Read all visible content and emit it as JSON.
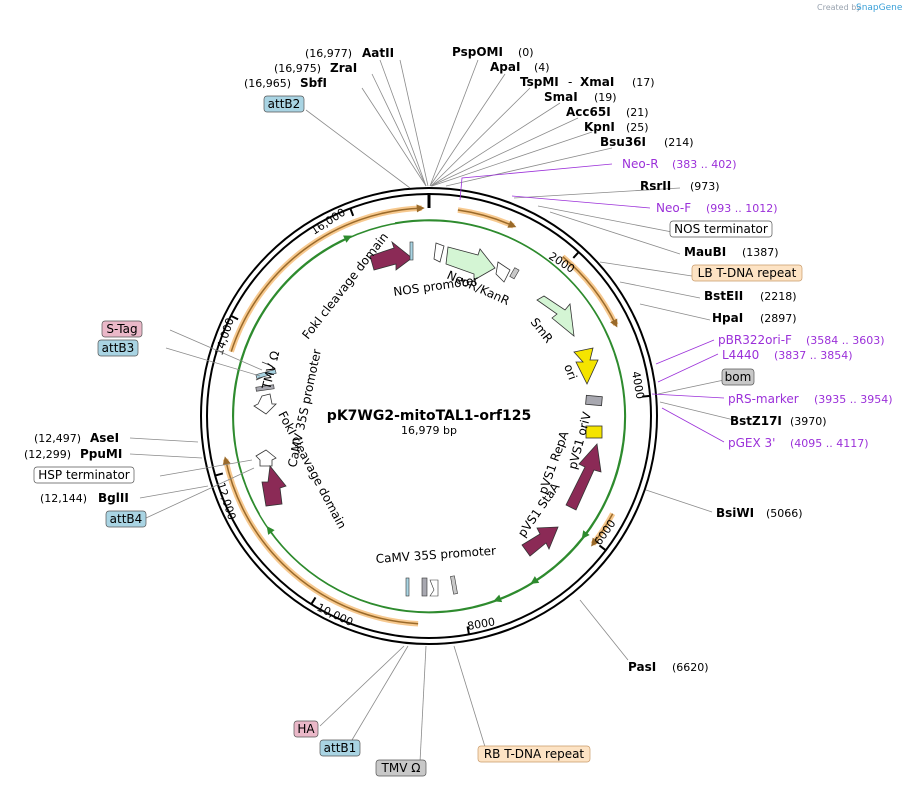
{
  "credit": {
    "text": "Created by",
    "brand": "SnapGene"
  },
  "plasmid": {
    "name": "pK7WG2-mitoTAL1-orf125",
    "length": "16,979 bp"
  },
  "ticks": [
    "16,000",
    "2000",
    "4000",
    "6000",
    "8000",
    "10,000",
    "12,000",
    "14,000"
  ],
  "enzymes": [
    {
      "name": "AatII",
      "pos": "(16,977)"
    },
    {
      "name": "ZraI",
      "pos": "(16,975)"
    },
    {
      "name": "SbfI",
      "pos": "(16,965)"
    },
    {
      "name": "PspOMI",
      "pos": "(0)"
    },
    {
      "name": "ApaI",
      "pos": "(4)"
    },
    {
      "name": "TspMI",
      "pos": ""
    },
    {
      "name": "XmaI",
      "pos": "(17)"
    },
    {
      "name": "SmaI",
      "pos": "(19)"
    },
    {
      "name": "Acc65I",
      "pos": "(21)"
    },
    {
      "name": "KpnI",
      "pos": "(25)"
    },
    {
      "name": "Bsu36I",
      "pos": "(214)"
    },
    {
      "name": "RsrII",
      "pos": "(973)"
    },
    {
      "name": "MauBI",
      "pos": "(1387)"
    },
    {
      "name": "BstEII",
      "pos": "(2218)"
    },
    {
      "name": "HpaI",
      "pos": "(2897)"
    },
    {
      "name": "BstZ17I",
      "pos": "(3970)"
    },
    {
      "name": "BsiWI",
      "pos": "(5066)"
    },
    {
      "name": "PasI",
      "pos": "(6620)"
    },
    {
      "name": "AseI",
      "pos": "(12,497)"
    },
    {
      "name": "PpuMI",
      "pos": "(12,299)"
    },
    {
      "name": "BglII",
      "pos": "(12,144)"
    }
  ],
  "primers": [
    {
      "name": "Neo-R",
      "pos": "(383 .. 402)"
    },
    {
      "name": "Neo-F",
      "pos": "(993 .. 1012)"
    },
    {
      "name": "pBR322ori-F",
      "pos": "(3584 .. 3603)"
    },
    {
      "name": "L4440",
      "pos": "(3837 .. 3854)"
    },
    {
      "name": "pRS-marker",
      "pos": "(3935 .. 3954)"
    },
    {
      "name": "pGEX 3'",
      "pos": "(4095 .. 4117)"
    }
  ],
  "boxed": {
    "attB2": "attB2",
    "nos_terminator": "NOS terminator",
    "lb_tdna": "LB T-DNA repeat",
    "bom": "bom",
    "stag": "S-Tag",
    "attB3": "attB3",
    "hsp_terminator": "HSP terminator",
    "attB4": "attB4",
    "ha": "HA",
    "attB1": "attB1",
    "tmv_bottom": "TMV Ω",
    "rb_tdna": "RB T-DNA repeat"
  },
  "features": {
    "neor": "NeoR/KanR",
    "nos_promoter": "NOS promoter",
    "smr": "SmR",
    "ori": "ori",
    "pvs1_oriv": "pVS1 oriV",
    "pvs1_repa": "pVS1 RepA",
    "pvs1_staa": "pVS1 StaA",
    "camv_bottom": "CaMV 35S promoter",
    "foki_top": "FokI cleavage domain",
    "tmv_left": "TMV Ω",
    "camv_left": "CaMV 35S promoter",
    "foki_left": "FokI cleavage domain"
  },
  "colors": {
    "primer": "#9b30d9",
    "t_dna_fill": "#fde3c4",
    "att_fill": "#a9d4e3",
    "tag_fill": "#eab8c8",
    "misc_fill": "#c8c8c8",
    "cds_arrow": "#8b2a56",
    "marker_fill": "#d4f5d4",
    "ori_fill": "#f4e400"
  }
}
